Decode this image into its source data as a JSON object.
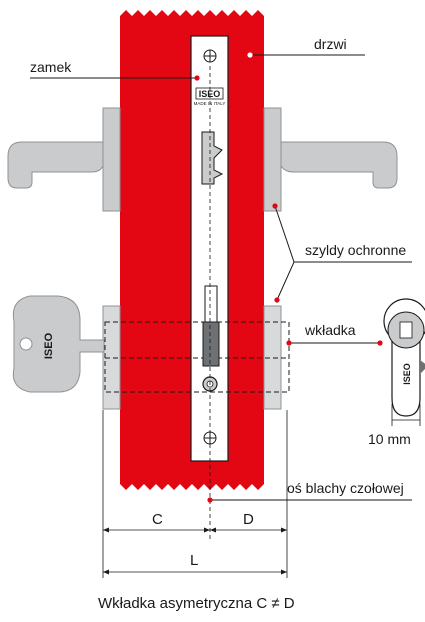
{
  "labels": {
    "lock": "zamek",
    "door": "drzwi",
    "shields": "szyldy ochronne",
    "cylinder": "wkładka",
    "faceplate_axis": "oś blachy czołowej",
    "size": "10 mm"
  },
  "dimensions": {
    "c": "C",
    "d": "D",
    "l": "L"
  },
  "brand": {
    "logo": "ISEO",
    "made_in": "MADE IN ITALY"
  },
  "caption": "Wkładka asymetryczna C ≠ D",
  "colors": {
    "door": "#e30613",
    "callout": "#e30613",
    "metal": "#c9cbcc",
    "metal_dark": "#8f9294",
    "line": "#1a1a1a"
  }
}
